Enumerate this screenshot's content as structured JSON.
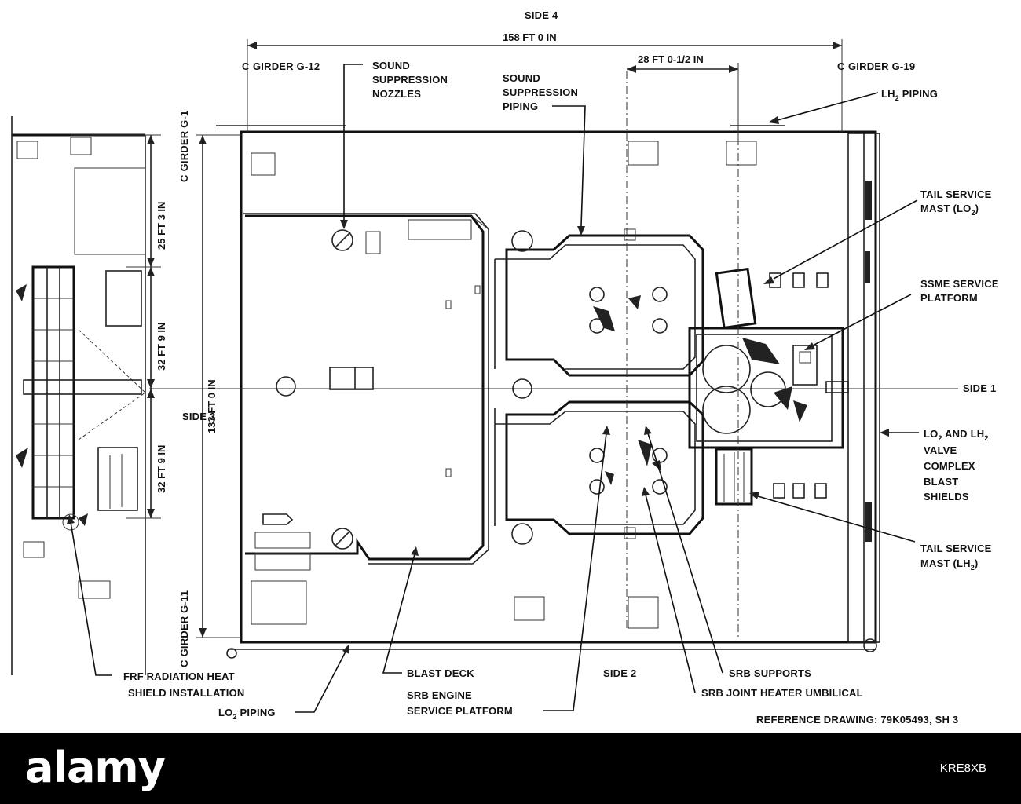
{
  "labels": {
    "side4": "SIDE 4",
    "side1": "SIDE 1",
    "side2": "SIDE 2",
    "side3": "SIDE 3",
    "dim_width": "158 FT 0 IN",
    "dim_center": "28 FT 0-1/2 IN",
    "dim_height": "133 FT 0 IN",
    "dim_top": "25 FT 3 IN",
    "dim_mid1": "32 FT 9 IN",
    "dim_mid2": "32 FT 9 IN",
    "girder_g12": "GIRDER G-12",
    "girder_g19": "GIRDER G-19",
    "girder_g1": "GIRDER G-1",
    "girder_g11": "GIRDER G-11",
    "centerline_symbol": "C",
    "sound_nozzles": [
      "SOUND",
      "SUPPRESSION",
      "NOZZLES"
    ],
    "sound_piping": [
      "SOUND",
      "SUPPRESSION",
      "PIPING"
    ],
    "lh2_piping": {
      "main": "LH",
      "sub": "2",
      "rest": " PIPING"
    },
    "tsm_lo2": {
      "line1": "TAIL SERVICE",
      "main": "MAST (LO",
      "sub": "2",
      "rest": ")"
    },
    "ssme_platform": [
      "SSME SERVICE",
      "PLATFORM"
    ],
    "valve_complex": {
      "a": "LO",
      "a_sub": "2",
      "b": " AND LH",
      "b_sub": "2",
      "lines": [
        "VALVE",
        "COMPLEX",
        "BLAST",
        "SHIELDS"
      ]
    },
    "tsm_lh2": {
      "line1": "TAIL SERVICE",
      "main": "MAST (LH",
      "sub": "2",
      "rest": ")"
    },
    "frf_shield": [
      "FRF RADIATION HEAT",
      "SHIELD INSTALLATION"
    ],
    "blast_deck": "BLAST DECK",
    "srb_engine_platform": [
      "SRB ENGINE",
      "SERVICE PLATFORM"
    ],
    "srb_supports": "SRB SUPPORTS",
    "srb_heater": "SRB JOINT HEATER UMBILICAL",
    "lo2_piping": {
      "main": "LO",
      "sub": "2",
      "rest": " PIPING"
    },
    "reference": "REFERENCE DRAWING: 79K05493, SH 3"
  },
  "banner": {
    "logo": "alamy",
    "image_id": "KRE8XB"
  }
}
